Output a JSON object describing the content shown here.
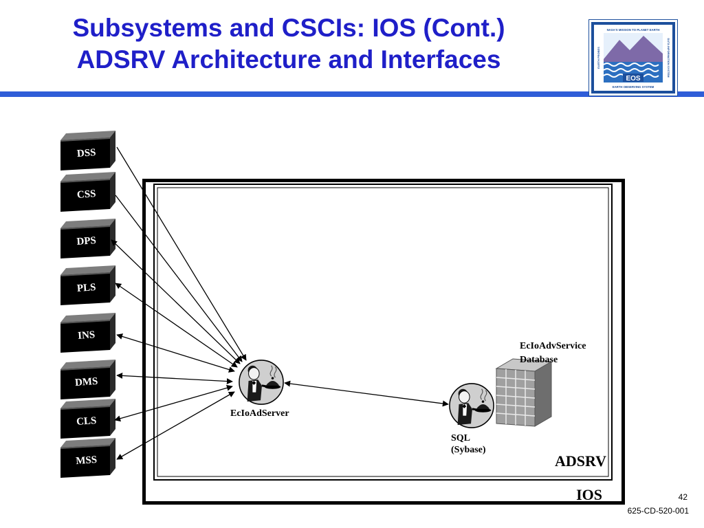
{
  "title": {
    "line1": "Subsystems and CSCIs:  IOS (Cont.)",
    "line2": "ADSRV Architecture and Interfaces"
  },
  "logo": {
    "top_text": "NASA'S MISSION TO PLANET EARTH",
    "badge": "EOS",
    "bottom_text": "EARTH OBSERVING SYSTEM",
    "left_text": "EARTH PROBES",
    "right_text": "DATA INFORMATION SYSTEM"
  },
  "subsystems": [
    "DSS",
    "CSS",
    "DPS",
    "PLS",
    "INS",
    "DMS",
    "CLS",
    "MSS"
  ],
  "components": {
    "server_label": "EcIoAdServer",
    "sql_label_line1": "SQL",
    "sql_label_line2": "(Sybase)",
    "db_label_line1": "EcIoAdvService",
    "db_label_line2": "Database"
  },
  "containers": {
    "inner_label": "ADSRV",
    "outer_label": "IOS"
  },
  "footer": {
    "page_number": "42",
    "doc_id": "625-CD-520-001"
  },
  "colors": {
    "title": "#1f1fc8",
    "rule": "#2f5dd8",
    "logo_blue": "#1c4f9c"
  }
}
